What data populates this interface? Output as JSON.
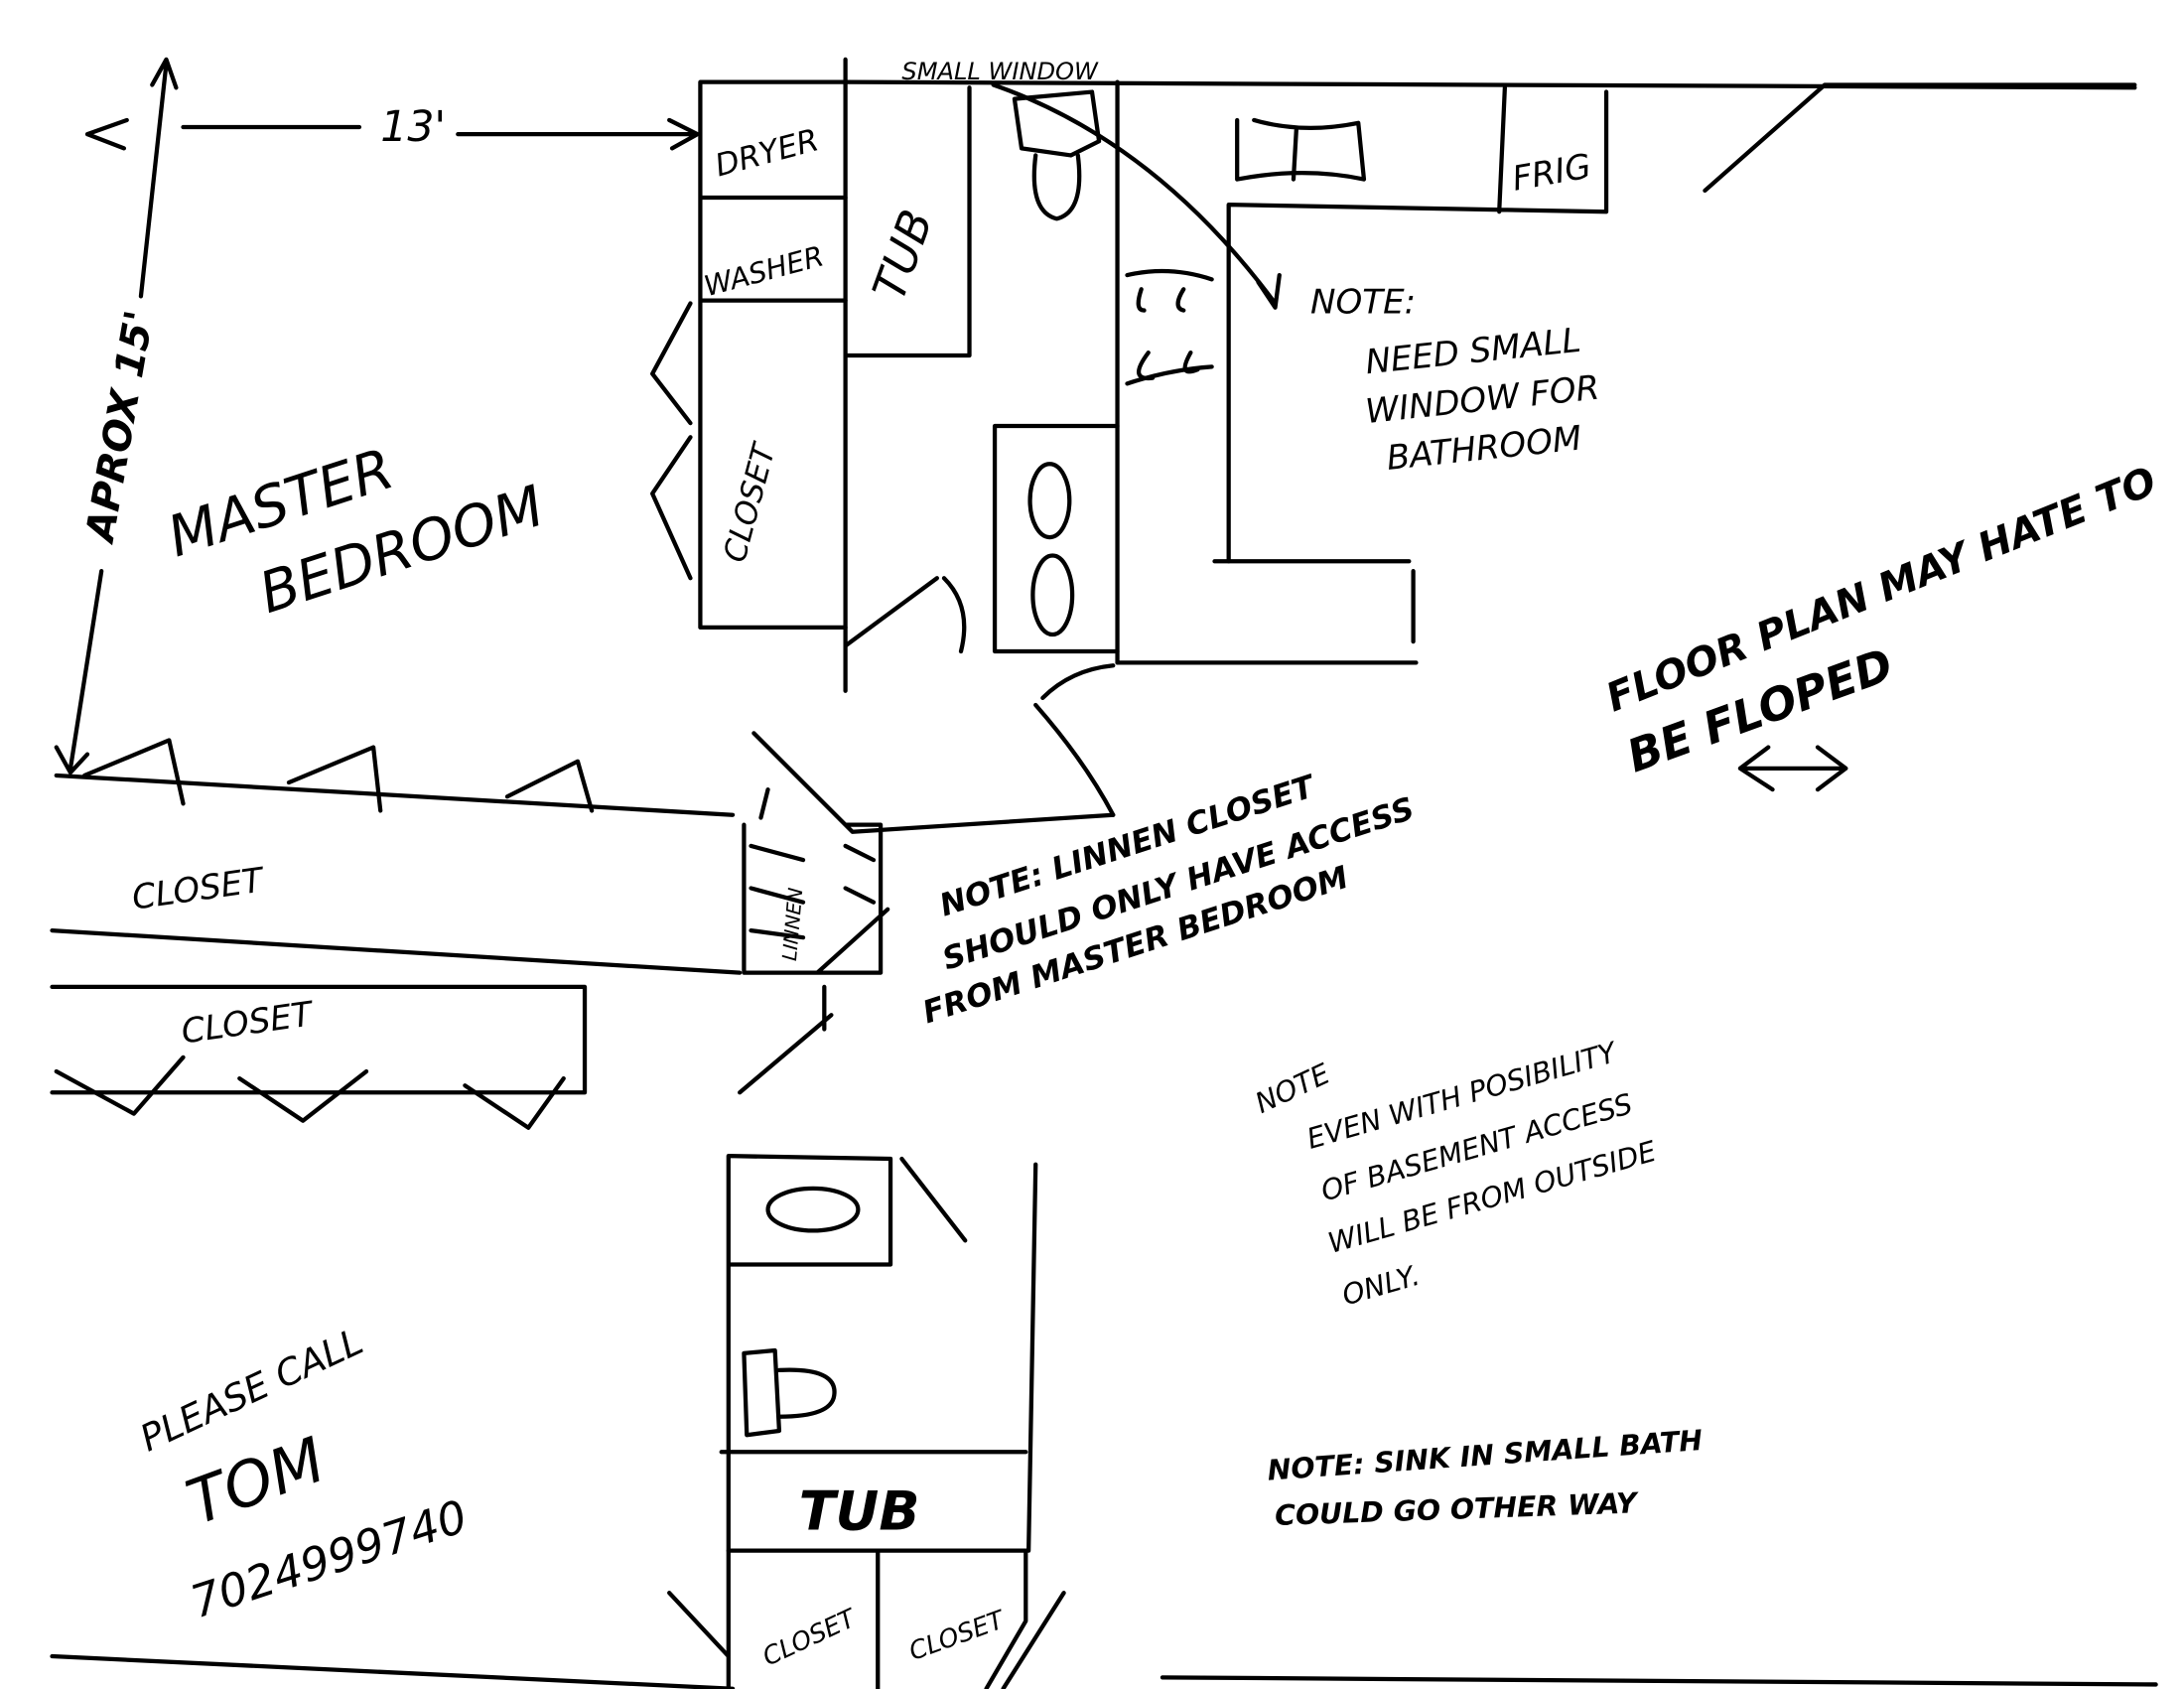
{
  "dimensions": {
    "width_label": "13'",
    "depth_label": "APROX 15'"
  },
  "rooms": {
    "master_bedroom": [
      "MASTER",
      "BEDROOM"
    ],
    "dryer": "DRYER",
    "washer": "WASHER",
    "tub_upper": "TUB",
    "closet_vertical": "CLOSET",
    "frig": "FRIG",
    "closet_hall_1": "CLOSET",
    "closet_hall_2": "CLOSET",
    "linen": "LINNEN",
    "tub_lower": "TUB",
    "closet_bottom_1": "CLOSET",
    "closet_bottom_2": "CLOSET",
    "small_window": "SMALL WINDOW"
  },
  "notes": {
    "window_note": [
      "NOTE:",
      "NEED SMALL",
      "WINDOW FOR",
      "BATHROOM"
    ],
    "flop_note": [
      "FLOOR PLAN MAY HATE TO",
      "BE FLOPED"
    ],
    "linen_note": [
      "NOTE: LINNEN CLOSET",
      "SHOULD ONLY HAVE ACCESS",
      "FROM MASTER BEDROOM"
    ],
    "basement_note": [
      "NOTE",
      "EVEN WITH POSIBILITY",
      "OF BASEMENT ACCESS",
      "WILL BE FROM OUTSIDE",
      "ONLY."
    ],
    "sink_note": [
      "NOTE: SINK IN SMALL BATH",
      "COULD GO OTHER WAY"
    ],
    "contact": [
      "PLEASE CALL",
      "TOM",
      "7024999740"
    ]
  }
}
